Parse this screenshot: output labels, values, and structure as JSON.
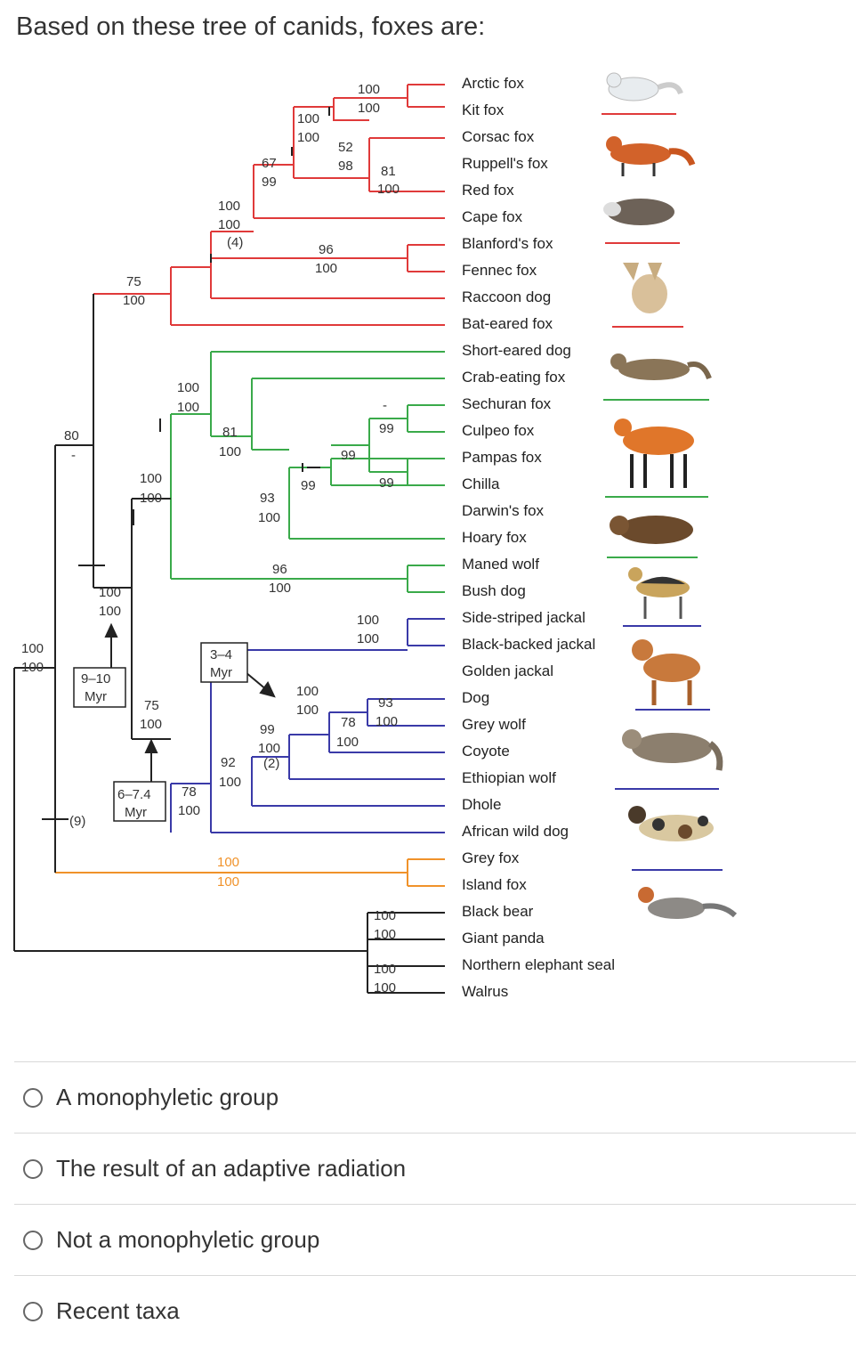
{
  "question": "Based on these tree of canids, foxes are:",
  "taxa": [
    "Arctic fox",
    "Kit fox",
    "Corsac fox",
    "Ruppell's fox",
    "Red fox",
    "Cape fox",
    "Blanford's fox",
    "Fennec fox",
    "Raccoon dog",
    "Bat-eared fox",
    "Short-eared dog",
    "Crab-eating fox",
    "Sechuran fox",
    "Culpeo fox",
    "Pampas fox",
    "Chilla",
    "Darwin's fox",
    "Hoary fox",
    "Maned wolf",
    "Bush dog",
    "Side-striped jackal",
    "Black-backed jackal",
    "Golden jackal",
    "Dog",
    "Grey wolf",
    "Coyote",
    "Ethiopian wolf",
    "Dhole",
    "African wild dog",
    "Grey fox",
    "Island fox",
    "Black bear",
    "Giant panda",
    "Northern elephant seal",
    "Walrus"
  ],
  "clade_colors": {
    "red": "#e03a3a",
    "green": "#3aaa4a",
    "blue": "#3a3aa8",
    "orange": "#f0922a",
    "black": "#222222"
  },
  "branch_labels": {
    "arctic_kit": [
      "100",
      "100"
    ],
    "corsac_group": [
      "100",
      "100"
    ],
    "ruppell_red_support": [
      "52",
      "98"
    ],
    "ruppell_red": [
      "81",
      "100"
    ],
    "cape_group": [
      "67",
      "99"
    ],
    "vulpes": [
      "100",
      "100",
      "(4)"
    ],
    "blanford_fennec": [
      "96",
      "100"
    ],
    "red_clade": [
      "75",
      "100"
    ],
    "short_eared": [
      "100",
      "100"
    ],
    "sa_crab": [
      "81",
      "100"
    ],
    "sa_dash1": "-",
    "sa_99a": "99",
    "sa_99b": "99",
    "sa_99c": "99",
    "sa_99d": "99",
    "hoary": [
      "93",
      "100"
    ],
    "green_root": [
      "100",
      "100"
    ],
    "maned_bush": [
      "96",
      "100"
    ],
    "root_80": "80",
    "root_dash": "-",
    "south_plus_red": [
      "100",
      "100"
    ],
    "jackals": [
      "100",
      "100"
    ],
    "myr_34": [
      "3–4",
      "Myr"
    ],
    "dog_group": [
      "100",
      "100"
    ],
    "dog_wolf": [
      "93",
      "100"
    ],
    "dog_coyote": [
      "78",
      "100"
    ],
    "wolf_ethiopian": [
      "99",
      "100",
      "(2)"
    ],
    "blue_dhole": [
      "92",
      "100"
    ],
    "myr_910": [
      "9–10",
      "Myr"
    ],
    "blue_75": [
      "75",
      "100"
    ],
    "myr_67": [
      "6–7.4",
      "Myr"
    ],
    "blue_78": [
      "78",
      "100"
    ],
    "canid_root": [
      "100",
      "100"
    ],
    "grey_fox_count": "(9)",
    "grey_island": [
      "100",
      "100"
    ],
    "bear_panda": [
      "100",
      "100"
    ],
    "seal_walrus": [
      "100",
      "100"
    ]
  },
  "animal_icons": [
    "arctic-fox-icon",
    "red-fox-icon",
    "raccoon-dog-icon",
    "bat-eared-fox-icon",
    "crab-eating-fox-icon",
    "maned-wolf-icon",
    "bush-dog-icon",
    "jackal-icon",
    "dog-icon",
    "wolf-icon",
    "african-wild-dog-icon",
    "grey-fox-icon"
  ],
  "options": [
    "A monophyletic group",
    "The result of an adaptive radiation",
    "Not a monophyletic group",
    "Recent taxa"
  ]
}
